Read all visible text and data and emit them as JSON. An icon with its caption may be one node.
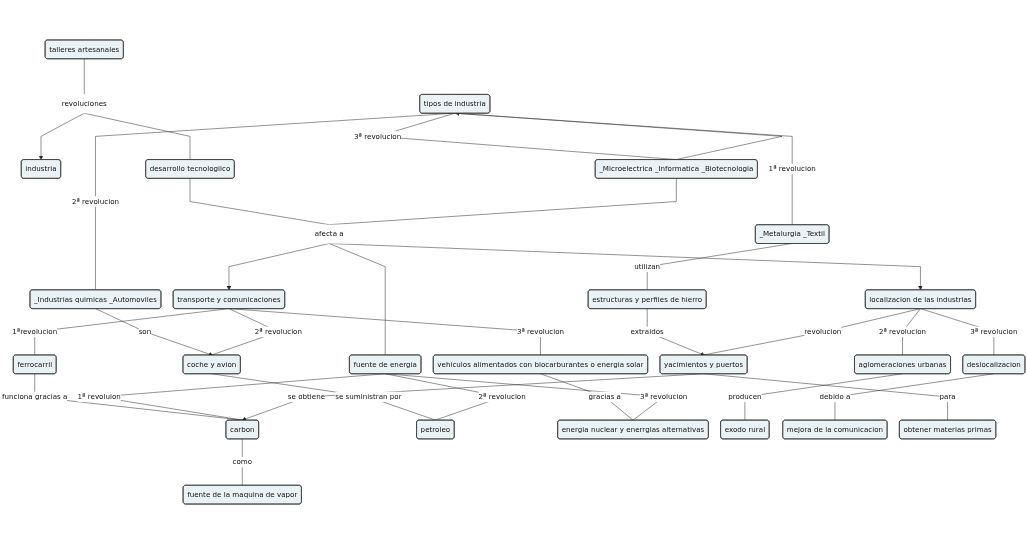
{
  "diagram": {
    "nodes": [
      {
        "text": [
          "tipos de industria"
        ]
      },
      {
        "text": [
          "talleres artesanales"
        ]
      },
      {
        "text": [
          "revoluciones"
        ]
      },
      {
        "text": [
          "industria"
        ]
      },
      {
        "text": [
          "desarrollo tecnologiico"
        ]
      },
      {
        "text": [
          "transporte y comunicaciones"
        ]
      },
      {
        "text": [
          "_Microelectrica _Informatica _Biotecnologia"
        ]
      },
      {
        "text": [
          "_Industrias quimicas _Automoviles"
        ]
      },
      {
        "text": [
          "ferrocarril"
        ]
      },
      {
        "text": [
          "afecta a"
        ]
      },
      {
        "text": [
          "_Metalurgia _Textil"
        ]
      },
      {
        "text": [
          "coche y avion"
        ]
      },
      {
        "text": [
          "vehiculos alimentados con biocarburantes o energia solar"
        ]
      },
      {
        "text": [
          "fuente de energia"
        ]
      },
      {
        "text": [
          "localizacion de las industrias"
        ]
      },
      {
        "text": [
          "estructuras y perfiles de hierro"
        ]
      },
      {
        "text": [
          "yacimientos y puertos"
        ]
      },
      {
        "text": [
          "aglomeraciones urbanas"
        ]
      },
      {
        "text": [
          "deslocalizacion"
        ]
      },
      {
        "text": [
          "carbon"
        ]
      },
      {
        "text": [
          "petroleo"
        ]
      },
      {
        "text": [
          "energia nuclear y enerrgias alternativas"
        ]
      },
      {
        "text": [
          "exodo rural"
        ]
      },
      {
        "text": [
          "mejora de la comunicacion"
        ]
      },
      {
        "text": [
          "obtener materias primas"
        ]
      },
      {
        "text": [
          "fuente de la maquina de vapor"
        ]
      }
    ],
    "edges": [
      {
        "from": 1,
        "to": 2,
        "arrow": "none"
      },
      {
        "from": 2,
        "to": 3,
        "arrow": "to"
      },
      {
        "from": 2,
        "to": 4,
        "arrow": "none"
      },
      {
        "from": 0,
        "to": 6,
        "label": "3ª revolucion",
        "arrow": "none"
      },
      {
        "from": 6,
        "to": 0,
        "arrow": "to"
      },
      {
        "from": 0,
        "to": 7,
        "label": "2ª revolucion",
        "arrow": "none"
      },
      {
        "from": 0,
        "to": 10,
        "label": "1ª revolucion",
        "arrow": "none"
      },
      {
        "from": 4,
        "to": 9,
        "arrow": "none"
      },
      {
        "from": 6,
        "to": 9,
        "arrow": "none"
      },
      {
        "from": 9,
        "to": 5,
        "arrow": "to"
      },
      {
        "from": 9,
        "to": 14,
        "arrow": "to"
      },
      {
        "from": 9,
        "to": 13,
        "arrow": "none"
      },
      {
        "from": 7,
        "to": 11,
        "label": "son",
        "arrow": "to"
      },
      {
        "from": 5,
        "to": 8,
        "label": "1ªrevolucion",
        "arrow": "none"
      },
      {
        "from": 5,
        "to": 11,
        "label": "2ª revolucion",
        "arrow": "none"
      },
      {
        "from": 5,
        "to": 12,
        "label": "3ª revolucion",
        "arrow": "none"
      },
      {
        "from": 10,
        "to": 15,
        "label": "utilizan",
        "arrow": "none"
      },
      {
        "from": 15,
        "to": 16,
        "label": "extraidos",
        "arrow": "to"
      },
      {
        "from": 8,
        "to": 19,
        "label": "funciona gracias a",
        "arrow": "none"
      },
      {
        "from": 11,
        "to": 20,
        "label": "se suministran por",
        "arrow": "none"
      },
      {
        "from": 12,
        "to": 21,
        "label": "gracias a",
        "arrow": "none"
      },
      {
        "from": 13,
        "to": 19,
        "label": "1ª revoluion",
        "arrow": "none"
      },
      {
        "from": 13,
        "to": 20,
        "label": "2ª revolucion",
        "arrow": "none"
      },
      {
        "from": 13,
        "to": 21,
        "label": "3ª revolucion",
        "arrow": "none"
      },
      {
        "from": 14,
        "to": 16,
        "label": "revolucion",
        "arrow": "none"
      },
      {
        "from": 14,
        "to": 17,
        "label": "2ª revolucion",
        "arrow": "none"
      },
      {
        "from": 14,
        "to": 18,
        "label": "3ª revolucion",
        "arrow": "none"
      },
      {
        "from": 16,
        "to": 19,
        "label": "se obtiene",
        "arrow": "to"
      },
      {
        "from": 16,
        "to": 24,
        "label": "para",
        "arrow": "none"
      },
      {
        "from": 17,
        "to": 22,
        "label": "producen",
        "arrow": "none"
      },
      {
        "from": 18,
        "to": 23,
        "label": "debido a",
        "arrow": "none"
      },
      {
        "from": 19,
        "to": 25,
        "label": "como",
        "arrow": "none"
      }
    ]
  }
}
